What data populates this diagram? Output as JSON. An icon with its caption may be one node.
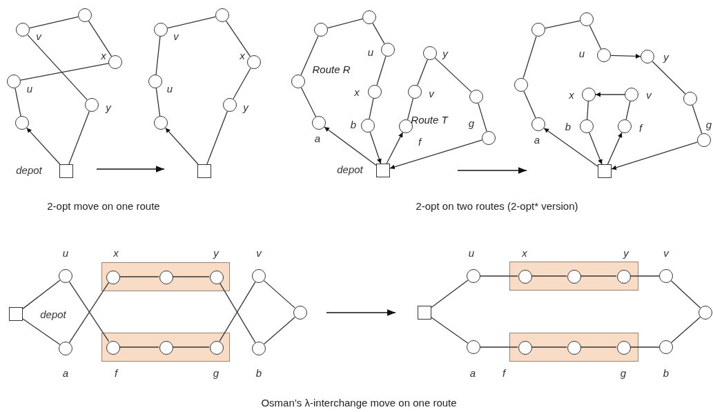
{
  "diagram": {
    "nodes": [
      {
        "text": [],
        "shape": "circle"
      },
      {
        "text": [],
        "shape": "circle",
        "beside": [
          "v"
        ]
      },
      {
        "text": [],
        "shape": "circle",
        "beside": [
          "x"
        ]
      },
      {
        "text": [],
        "shape": "circle",
        "beside": [
          "u"
        ]
      },
      {
        "text": [],
        "shape": "circle",
        "beside": [
          "y"
        ]
      },
      {
        "text": [],
        "shape": "circle"
      },
      {
        "text": [],
        "shape": "box",
        "beside": [
          "depot"
        ]
      },
      {
        "text": [],
        "shape": "circle"
      },
      {
        "text": [],
        "shape": "circle",
        "beside": [
          "v"
        ]
      },
      {
        "text": [],
        "shape": "circle",
        "beside": [
          "x"
        ]
      },
      {
        "text": [],
        "shape": "circle",
        "beside": [
          "u"
        ]
      },
      {
        "text": [],
        "shape": "circle",
        "beside": [
          "y"
        ]
      },
      {
        "text": [],
        "shape": "circle"
      },
      {
        "text": [],
        "shape": "box"
      },
      {
        "text": [],
        "shape": "circle"
      },
      {
        "text": [],
        "shape": "circle"
      },
      {
        "text": [],
        "shape": "circle",
        "beside": [
          "u"
        ]
      },
      {
        "text": [],
        "shape": "circle"
      },
      {
        "text": [],
        "shape": "circle",
        "beside": [
          "x"
        ]
      },
      {
        "text": [],
        "shape": "circle",
        "beside": [
          "a"
        ]
      },
      {
        "text": [],
        "shape": "circle",
        "beside": [
          "b"
        ]
      },
      {
        "text": [],
        "shape": "circle",
        "beside": [
          "y"
        ]
      },
      {
        "text": [],
        "shape": "circle",
        "beside": [
          "v"
        ]
      },
      {
        "text": [],
        "shape": "circle",
        "beside": [
          "f"
        ]
      },
      {
        "text": [],
        "shape": "circle"
      },
      {
        "text": [],
        "shape": "circle",
        "beside": [
          "g"
        ]
      },
      {
        "text": [],
        "shape": "box",
        "beside": [
          "depot"
        ]
      },
      {
        "text": [],
        "shape": "circle"
      },
      {
        "text": [],
        "shape": "circle"
      },
      {
        "text": [],
        "shape": "circle",
        "beside": [
          "u"
        ]
      },
      {
        "text": [],
        "shape": "circle",
        "beside": [
          "y"
        ]
      },
      {
        "text": [],
        "shape": "circle"
      },
      {
        "text": [],
        "shape": "circle",
        "beside": [
          "x"
        ]
      },
      {
        "text": [],
        "shape": "circle",
        "beside": [
          "v"
        ]
      },
      {
        "text": [],
        "shape": "circle",
        "beside": [
          "a"
        ]
      },
      {
        "text": [],
        "shape": "circle",
        "beside": [
          "b"
        ]
      },
      {
        "text": [],
        "shape": "circle",
        "beside": [
          "f"
        ]
      },
      {
        "text": [],
        "shape": "circle"
      },
      {
        "text": [],
        "shape": "circle",
        "beside": [
          "g"
        ]
      },
      {
        "text": [],
        "shape": "box"
      },
      {
        "text": [],
        "shape": "box",
        "beside": [
          "depot"
        ]
      },
      {
        "text": [],
        "shape": "circle",
        "beside": [
          "u"
        ]
      },
      {
        "text": [],
        "shape": "circle",
        "beside": [
          "a"
        ]
      },
      {
        "text": [],
        "shape": "box"
      },
      {
        "text": [],
        "shape": "circle",
        "in": 43,
        "beside": [
          "x"
        ]
      },
      {
        "text": [],
        "shape": "circle",
        "in": 43
      },
      {
        "text": [],
        "shape": "circle",
        "in": 43,
        "beside": [
          "y"
        ]
      },
      {
        "text": [],
        "shape": "box"
      },
      {
        "text": [],
        "shape": "circle",
        "in": 47,
        "beside": [
          "f"
        ]
      },
      {
        "text": [],
        "shape": "circle",
        "in": 47
      },
      {
        "text": [],
        "shape": "circle",
        "in": 47,
        "beside": [
          "g"
        ]
      },
      {
        "text": [],
        "shape": "circle",
        "beside": [
          "v"
        ]
      },
      {
        "text": [],
        "shape": "circle",
        "beside": [
          "b"
        ]
      },
      {
        "text": [],
        "shape": "circle"
      },
      {
        "text": [],
        "shape": "box"
      },
      {
        "text": [],
        "shape": "circle",
        "beside": [
          "u"
        ]
      },
      {
        "text": [],
        "shape": "circle",
        "beside": [
          "a"
        ]
      },
      {
        "text": [],
        "shape": "box"
      },
      {
        "text": [],
        "shape": "circle",
        "in": 57,
        "beside": [
          "x"
        ]
      },
      {
        "text": [],
        "shape": "circle",
        "in": 57
      },
      {
        "text": [],
        "shape": "circle",
        "in": 57,
        "beside": [
          "y"
        ]
      },
      {
        "text": [],
        "shape": "box"
      },
      {
        "text": [],
        "shape": "circle",
        "in": 61,
        "beside": [
          "f"
        ]
      },
      {
        "text": [],
        "shape": "circle",
        "in": 61
      },
      {
        "text": [],
        "shape": "circle",
        "in": 61,
        "beside": [
          "g"
        ]
      },
      {
        "text": [],
        "shape": "circle",
        "beside": [
          "v"
        ]
      },
      {
        "text": [],
        "shape": "circle",
        "beside": [
          "b"
        ]
      },
      {
        "text": [],
        "shape": "circle"
      }
    ],
    "edges": [
      {
        "from": 1,
        "to": 0,
        "arrow": "none"
      },
      {
        "from": 0,
        "to": 2,
        "arrow": "none"
      },
      {
        "from": 2,
        "to": 3,
        "arrow": "none"
      },
      {
        "from": 3,
        "to": 5,
        "arrow": "none"
      },
      {
        "from": 6,
        "to": 5,
        "arrow": "to"
      },
      {
        "from": 1,
        "to": 4,
        "arrow": "none"
      },
      {
        "from": 4,
        "to": 6,
        "arrow": "none"
      },
      {
        "from": 8,
        "to": 7,
        "arrow": "none"
      },
      {
        "from": 7,
        "to": 9,
        "arrow": "none"
      },
      {
        "from": 9,
        "to": 11,
        "arrow": "none"
      },
      {
        "from": 11,
        "to": 13,
        "arrow": "none"
      },
      {
        "from": 8,
        "to": 10,
        "arrow": "none"
      },
      {
        "from": 10,
        "to": 12,
        "arrow": "none"
      },
      {
        "from": 13,
        "to": 12,
        "arrow": "to"
      },
      {
        "from": 14,
        "to": 15,
        "arrow": "none"
      },
      {
        "from": 15,
        "to": 16,
        "arrow": "none"
      },
      {
        "from": 16,
        "to": 18,
        "arrow": "none"
      },
      {
        "from": 18,
        "to": 20,
        "arrow": "none"
      },
      {
        "from": 20,
        "to": 26,
        "arrow": "to"
      },
      {
        "from": 14,
        "to": 17,
        "arrow": "none"
      },
      {
        "from": 17,
        "to": 19,
        "arrow": "none"
      },
      {
        "from": 26,
        "to": 19,
        "arrow": "to"
      },
      {
        "from": 26,
        "to": 23,
        "arrow": "to"
      },
      {
        "from": 23,
        "to": 22,
        "arrow": "none"
      },
      {
        "from": 22,
        "to": 21,
        "arrow": "none"
      },
      {
        "from": 21,
        "to": 24,
        "arrow": "none"
      },
      {
        "from": 24,
        "to": 25,
        "arrow": "none"
      },
      {
        "from": 25,
        "to": 26,
        "arrow": "to"
      },
      {
        "from": 27,
        "to": 28,
        "arrow": "none"
      },
      {
        "from": 28,
        "to": 29,
        "arrow": "none"
      },
      {
        "from": 29,
        "to": 30,
        "arrow": "to"
      },
      {
        "from": 30,
        "to": 37,
        "arrow": "none"
      },
      {
        "from": 37,
        "to": 38,
        "arrow": "none"
      },
      {
        "from": 38,
        "to": 39,
        "arrow": "to"
      },
      {
        "from": 27,
        "to": 31,
        "arrow": "none"
      },
      {
        "from": 31,
        "to": 34,
        "arrow": "none"
      },
      {
        "from": 39,
        "to": 34,
        "arrow": "to"
      },
      {
        "from": 33,
        "to": 32,
        "arrow": "to"
      },
      {
        "from": 32,
        "to": 35,
        "arrow": "none"
      },
      {
        "from": 35,
        "to": 39,
        "arrow": "to"
      },
      {
        "from": 39,
        "to": 36,
        "arrow": "to"
      },
      {
        "from": 36,
        "to": 33,
        "arrow": "none"
      },
      {
        "from": 40,
        "to": 41,
        "arrow": "none"
      },
      {
        "from": 40,
        "to": 42,
        "arrow": "none"
      },
      {
        "from": 41,
        "to": 48,
        "arrow": "none"
      },
      {
        "from": 42,
        "to": 44,
        "arrow": "none"
      },
      {
        "from": 44,
        "to": 45,
        "arrow": "none"
      },
      {
        "from": 45,
        "to": 46,
        "arrow": "none"
      },
      {
        "from": 46,
        "to": 52,
        "arrow": "none"
      },
      {
        "from": 48,
        "to": 49,
        "arrow": "none"
      },
      {
        "from": 49,
        "to": 50,
        "arrow": "none"
      },
      {
        "from": 50,
        "to": 51,
        "arrow": "none"
      },
      {
        "from": 51,
        "to": 53,
        "arrow": "none"
      },
      {
        "from": 52,
        "to": 53,
        "arrow": "none"
      },
      {
        "from": 54,
        "to": 55,
        "arrow": "none"
      },
      {
        "from": 54,
        "to": 56,
        "arrow": "none"
      },
      {
        "from": 55,
        "to": 58,
        "arrow": "none"
      },
      {
        "from": 58,
        "to": 59,
        "arrow": "none"
      },
      {
        "from": 59,
        "to": 60,
        "arrow": "none"
      },
      {
        "from": 60,
        "to": 65,
        "arrow": "none"
      },
      {
        "from": 65,
        "to": 67,
        "arrow": "none"
      },
      {
        "from": 56,
        "to": 62,
        "arrow": "none"
      },
      {
        "from": 62,
        "to": 63,
        "arrow": "none"
      },
      {
        "from": 63,
        "to": 64,
        "arrow": "none"
      },
      {
        "from": 64,
        "to": 66,
        "arrow": "none"
      },
      {
        "from": 66,
        "to": 67,
        "arrow": "none"
      }
    ],
    "labels": [
      "Route R",
      "Route T",
      "2-opt move on one route",
      "2-opt on two routes (2-opt* version)",
      "Osman’s λ-interchange move on one route"
    ]
  }
}
